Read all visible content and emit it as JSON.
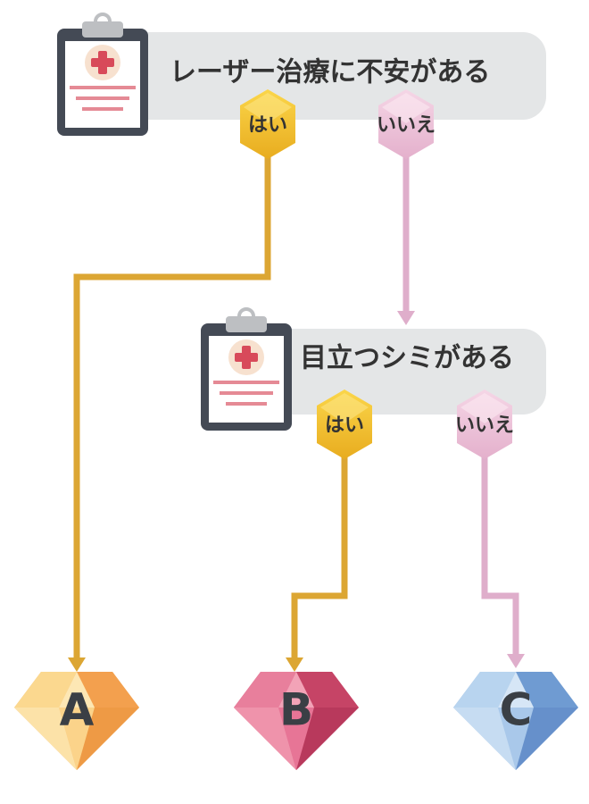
{
  "questions": [
    {
      "text": "レーザー治療に不安がある",
      "yes": "はい",
      "no": "いいえ"
    },
    {
      "text": "目立つシミがある",
      "yes": "はい",
      "no": "いいえ"
    }
  ],
  "results": [
    {
      "letter": "A",
      "color": "#f5b865"
    },
    {
      "letter": "B",
      "color": "#d9577a"
    },
    {
      "letter": "C",
      "color": "#8fb5df"
    }
  ],
  "colors": {
    "yes_line": "#dca633",
    "no_line": "#dfaecb",
    "bubble": "#e4e6e7",
    "text": "#333333"
  },
  "icons": [
    "clipboard-icon",
    "medical-cross-icon",
    "diamond-icon"
  ]
}
